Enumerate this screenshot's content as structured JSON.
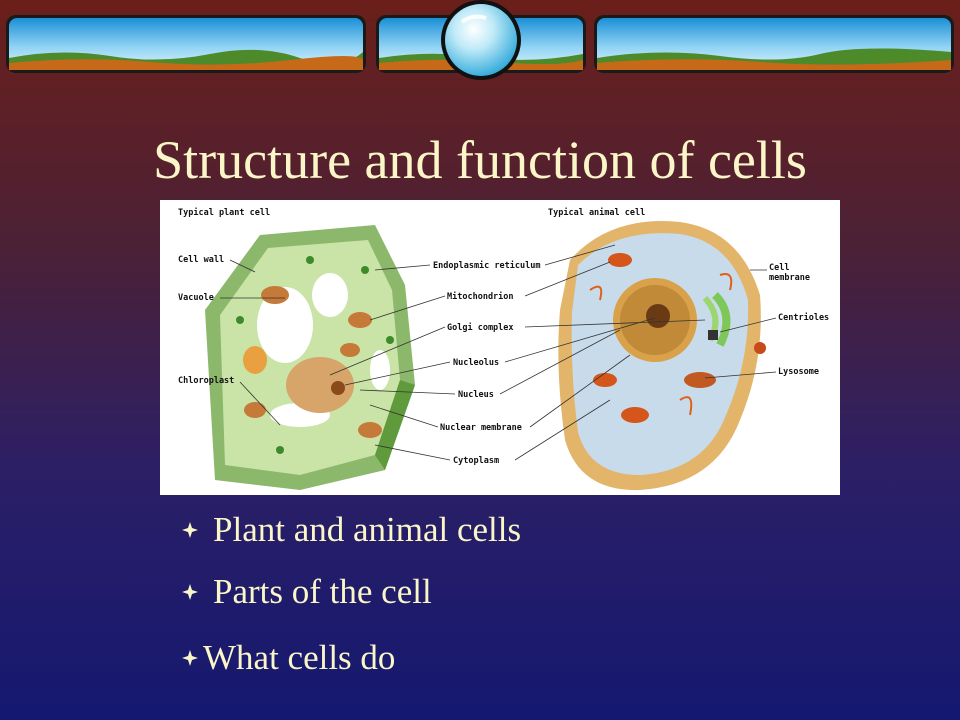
{
  "slide": {
    "title": "Structure and function of cells",
    "bullets": [
      "Plant and animal cells",
      "Parts of the cell",
      "What cells do"
    ]
  },
  "figure": {
    "plant_heading": "Typical plant cell",
    "animal_heading": "Typical animal cell",
    "plant_labels": [
      "Cell wall",
      "Vacuole",
      "Chloroplast"
    ],
    "center_labels": [
      "Endoplasmic reticulum",
      "Mitochondrion",
      "Golgi complex",
      "Nucleolus",
      "Nucleus",
      "Nuclear membrane",
      "Cytoplasm"
    ],
    "animal_labels": [
      "Cell",
      "membrane",
      "Centrioles",
      "Lysosome"
    ]
  },
  "colors": {
    "title_text": "#fbf6c8",
    "bullet_icon": "#fbf6c8",
    "bg_top": "#6b1f1a",
    "bg_bottom": "#141870"
  },
  "icons": {
    "bullet": "diamond-bullet-icon",
    "banner_globe": "globe-icon"
  }
}
